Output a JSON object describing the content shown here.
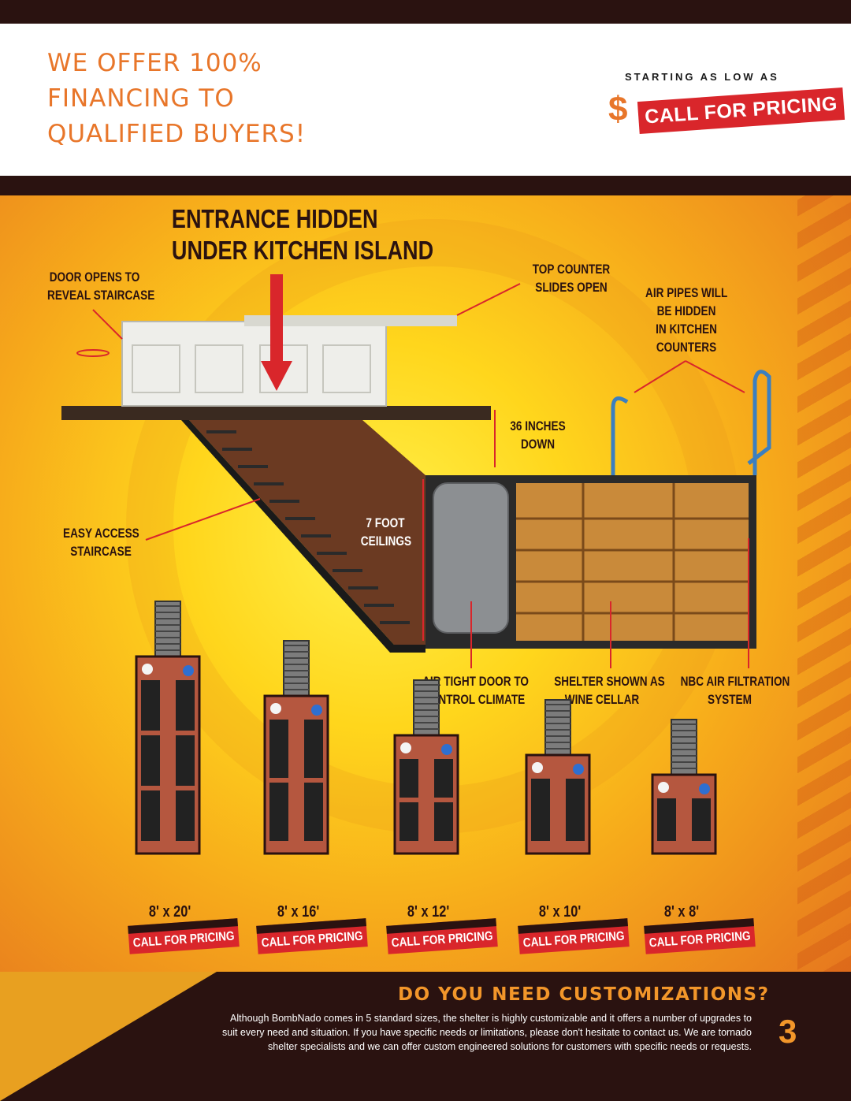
{
  "header": {
    "financing_lines": [
      "WE OFFER 100%",
      "FINANCING TO",
      "QUALIFIED BUYERS!"
    ],
    "starting_text": "STARTING AS LOW AS",
    "dollar_sign": "$",
    "call_for_pricing": "CALL FOR PRICING"
  },
  "diagram": {
    "title_lines": [
      "ENTRANCE HIDDEN",
      "UNDER KITCHEN ISLAND"
    ],
    "labels": {
      "door_opens": [
        "DOOR OPENS TO",
        "REVEAL STAIRCASE"
      ],
      "top_counter": [
        "TOP COUNTER",
        "SLIDES OPEN"
      ],
      "air_pipes": [
        "AIR PIPES WILL",
        "BE HIDDEN",
        "IN KITCHEN",
        "COUNTERS"
      ],
      "inches_down": [
        "36 INCHES",
        "DOWN"
      ],
      "easy_access": [
        "EASY ACCESS",
        "STAIRCASE"
      ],
      "ceilings": [
        "7 FOOT",
        "CEILINGS"
      ],
      "air_tight": [
        "AIR TIGHT DOOR TO",
        "CONTROL CLIMATE"
      ],
      "wine_cellar": [
        "SHELTER SHOWN AS",
        "WINE CELLAR"
      ],
      "nbc_air": [
        "NBC AIR FILTRATION",
        "SYSTEM"
      ]
    }
  },
  "plans": [
    {
      "size": "8' x 20'",
      "price": "CALL FOR PRICING",
      "length_ft": 20
    },
    {
      "size": "8' x 16'",
      "price": "CALL FOR PRICING",
      "length_ft": 16
    },
    {
      "size": "8' x 12'",
      "price": "CALL FOR PRICING",
      "length_ft": 12
    },
    {
      "size": "8' x 10'",
      "price": "CALL FOR PRICING",
      "length_ft": 10
    },
    {
      "size": "8' x 8'",
      "price": "CALL FOR PRICING",
      "length_ft": 8
    }
  ],
  "footer": {
    "title": "DO YOU NEED CUSTOMIZATIONS?",
    "body": "Although BombNado comes in 5 standard sizes, the shelter is highly customizable and it offers a number of upgrades to suit every need and situation. If you have specific needs or limitations, please don't hesitate to contact us. We are tornado shelter specialists and we can offer custom engineered solutions for customers with specific needs or requests.",
    "page_number": "3"
  },
  "colors": {
    "accent_orange": "#e8762a",
    "price_red": "#d9262b",
    "dark_brown": "#2a1210",
    "floor_plan": "#b5573f"
  }
}
